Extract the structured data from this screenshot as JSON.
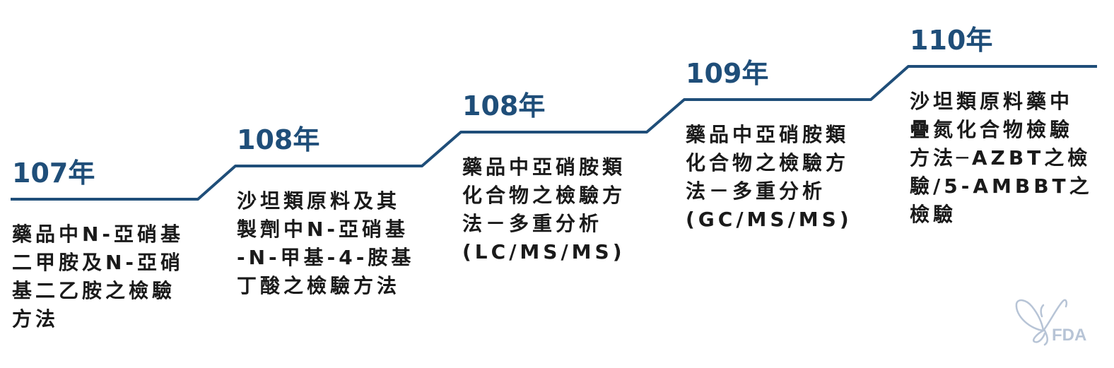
{
  "milestones": [
    {
      "year": "107年",
      "text": "藥品中N-亞硝基\n二甲胺及N-亞硝\n基二乙胺之檢驗\n方法"
    },
    {
      "year": "108年",
      "text": "沙坦類原料及其\n製劑中N-亞硝基\n-N-甲基-4-胺基\n丁酸之檢驗方法"
    },
    {
      "year": "108年",
      "text": "藥品中亞硝胺類\n化合物之檢驗方\n法－多重分析\n(LC/MS/MS)"
    },
    {
      "year": "109年",
      "text": "藥品中亞硝胺類\n化合物之檢驗方\n法－多重分析\n(GC/MS/MS)"
    },
    {
      "year": "110年",
      "text": "沙坦類原料藥中\n疊氮化合物檢驗\n方法─AZBT之檢\n驗/5-AMBBT之\n檢驗"
    }
  ],
  "logo": {
    "text": "FDA"
  },
  "colors": {
    "line": "#1f4e79",
    "year": "#1f4e79",
    "text": "#1a1a1a",
    "logo": "#b7c4d6"
  }
}
